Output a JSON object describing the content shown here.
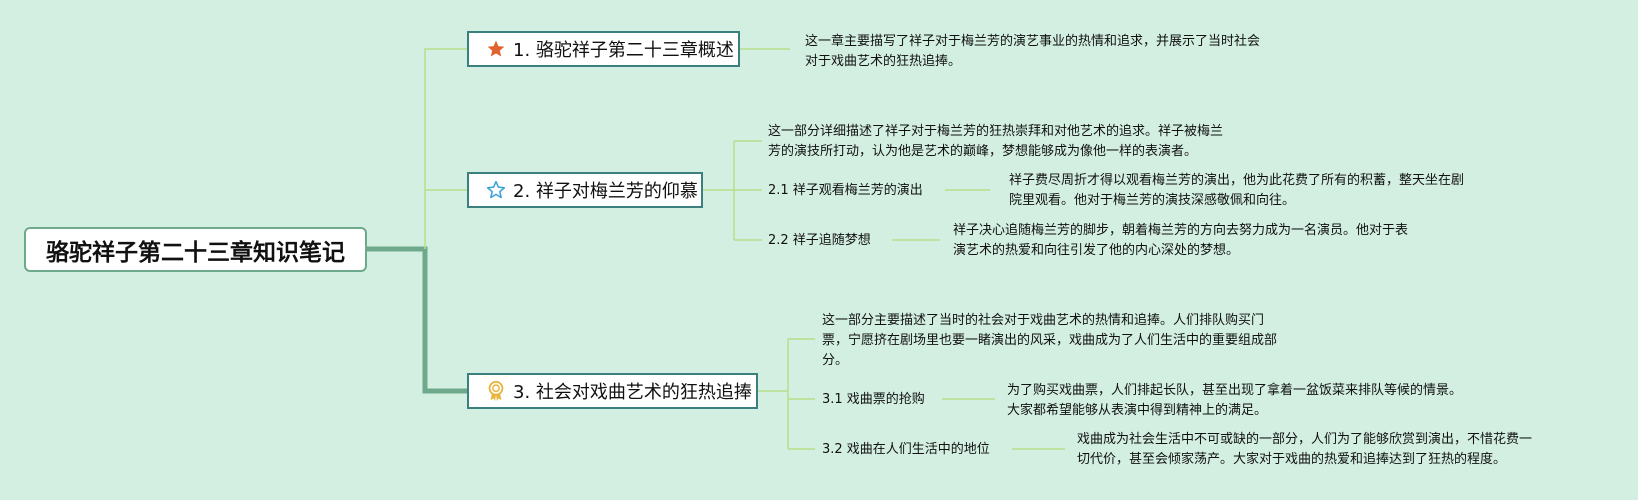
{
  "root": {
    "title": "骆驼祥子第二十三章知识笔记"
  },
  "topics": [
    {
      "label": "1. 骆驼祥子第二十三章概述",
      "icon": "star-filled-icon",
      "icon_color": "#e2622f",
      "note_lines": [
        "这一章主要描写了祥子对于梅兰芳的演艺事业的热情和追求，并展示了当时社会",
        "对于戏曲艺术的狂热追捧。"
      ]
    },
    {
      "label": "2. 祥子对梅兰芳的仰慕",
      "icon": "star-outline-icon",
      "icon_color": "#3aa0d8",
      "note_lines": [
        "这一部分详细描述了祥子对于梅兰芳的狂热崇拜和对他艺术的追求。祥子被梅兰",
        "芳的演技所打动，认为他是艺术的巅峰，梦想能够成为像他一样的表演者。"
      ],
      "subs": [
        {
          "label": "2.1 祥子观看梅兰芳的演出",
          "note_lines": [
            "祥子费尽周折才得以观看梅兰芳的演出，他为此花费了所有的积蓄，整天坐在剧",
            "院里观看。他对于梅兰芳的演技深感敬佩和向往。"
          ]
        },
        {
          "label": "2.2 祥子追随梦想",
          "note_lines": [
            "祥子决心追随梅兰芳的脚步，朝着梅兰芳的方向去努力成为一名演员。他对于表",
            "演艺术的热爱和向往引发了他的内心深处的梦想。"
          ]
        }
      ]
    },
    {
      "label": "3. 社会对戏曲艺术的狂热追捧",
      "icon": "award-ribbon-icon",
      "icon_color": "#e8b53a",
      "note_lines": [
        "这一部分主要描述了当时的社会对于戏曲艺术的热情和追捧。人们排队购买门",
        "票，宁愿挤在剧场里也要一睹演出的风采，戏曲成为了人们生活中的重要组成部",
        "分。"
      ],
      "subs": [
        {
          "label": "3.1 戏曲票的抢购",
          "note_lines": [
            "为了购买戏曲票，人们排起长队，甚至出现了拿着一盆饭菜来排队等候的情景。",
            "大家都希望能够从表演中得到精神上的满足。"
          ]
        },
        {
          "label": "3.2 戏曲在人们生活中的地位",
          "note_lines": [
            "戏曲成为社会生活中不可或缺的一部分，人们为了能够欣赏到演出，不惜花费一",
            "切代价，甚至会倾家荡产。大家对于戏曲的热爱和追捧达到了狂热的程度。"
          ]
        }
      ]
    }
  ],
  "colors": {
    "background": "#d3efe2",
    "trunk_line": "#6fa98b",
    "branch_line": "#b5e08a",
    "topic_border": "#3b7f7f"
  }
}
